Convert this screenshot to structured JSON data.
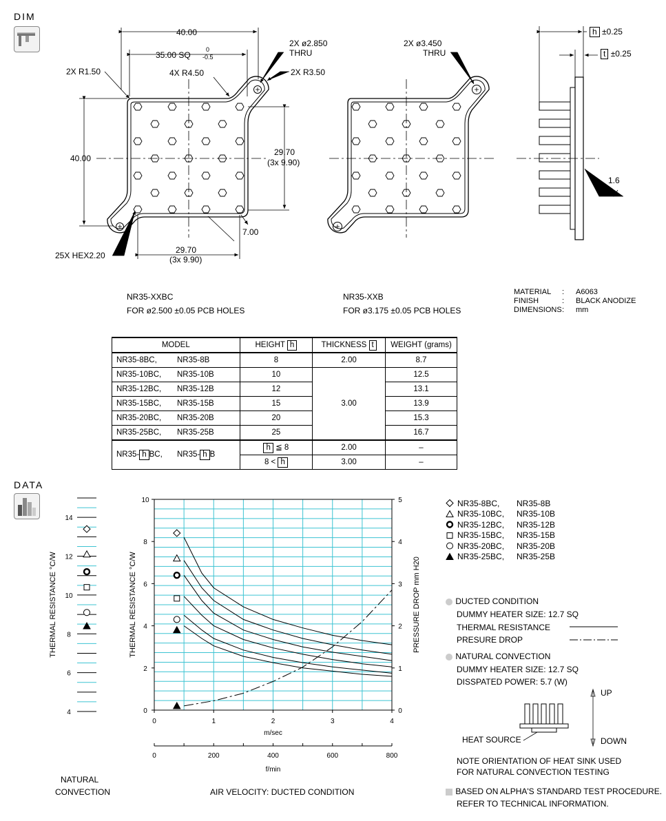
{
  "sections": {
    "dim": "DIM",
    "data": "DATA"
  },
  "icons": {
    "dim": "caliper-icon",
    "data": "bar-chart-icon"
  },
  "colors": {
    "grid": "#3cc3d2",
    "line": "#000000",
    "icon_bg": "#f2f2f2"
  },
  "dimensions": {
    "outer_width": "40.00",
    "sq": "35.00 SQ",
    "sq_tol_upper": "0",
    "sq_tol_lower": "-0.5",
    "r150": "2X R1.50",
    "r450": "4X R4.50",
    "hole1": "2X ø2.850",
    "hole1_thru": "THRU",
    "r350": "2X R3.50",
    "outer_height": "40.00",
    "pitch_v": "29.70",
    "pitch_v_note": "(3x 9.90)",
    "pitch_h": "29.70",
    "pitch_h_note": "(3x 9.90)",
    "hex": "25X HEX2.20",
    "seven": "7.00",
    "hole2": "2X ø3.450",
    "hole2_thru": "THRU",
    "h_tol": "±0.25",
    "t_tol": "±0.25",
    "h_sym": "h",
    "t_sym": "t",
    "fin_gap": "1.6"
  },
  "variants": [
    {
      "name": "NR35-XXBC",
      "desc": "FOR ø2.500 ±0.05 PCB HOLES"
    },
    {
      "name": "NR35-XXB",
      "desc": "FOR ø3.175 ±0.05 PCB HOLES"
    }
  ],
  "spec": {
    "material_label": "MATERIAL",
    "material_value": "A6063",
    "finish_label": "FINISH",
    "finish_value": "BLACK ANODIZE",
    "dimensions_label": "DIMENSIONS",
    "dimensions_value": "mm",
    "colon": ":"
  },
  "table": {
    "headers": {
      "model": "MODEL",
      "height": "HEIGHT",
      "thickness": "THICKNESS",
      "weight": "WEIGHT  (grams)"
    },
    "rows": [
      {
        "m1": "NR35-8BC,",
        "m2": "NR35-8B",
        "h": "8",
        "t": "2.00",
        "w": "8.7"
      },
      {
        "m1": "NR35-10BC,",
        "m2": "NR35-10B",
        "h": "10",
        "t": "3.00",
        "w": "12.5"
      },
      {
        "m1": "NR35-12BC,",
        "m2": "NR35-12B",
        "h": "12",
        "w": "13.1"
      },
      {
        "m1": "NR35-15BC,",
        "m2": "NR35-15B",
        "h": "15",
        "w": "13.9"
      },
      {
        "m1": "NR35-20BC,",
        "m2": "NR35-20B",
        "h": "20",
        "w": "15.3"
      },
      {
        "m1": "NR35-25BC,",
        "m2": "NR35-25B",
        "h": "25",
        "w": "16.7"
      }
    ],
    "custom": {
      "m1_pre": "NR35-",
      "m1_post": "BC,",
      "m2_pre": "NR35-",
      "m2_post": "B",
      "cond1": "≦ 8",
      "cond2_pre": "8 <",
      "t1": "2.00",
      "t2": "3.00",
      "w1": "–",
      "w2": "–"
    }
  },
  "chart_data": [
    {
      "type": "scatter",
      "title": "NATURAL CONVECTION",
      "ylabel": "THERMAL RESISTANCE  °C/W",
      "ylim": [
        4,
        15
      ],
      "yticks": [
        "14",
        "12",
        "10",
        "8",
        "6",
        "4"
      ],
      "series": [
        {
          "name": "NR35-8BC,  NR35-8B",
          "marker": "diamond",
          "y": 13.4
        },
        {
          "name": "NR35-10BC,  NR35-10B",
          "marker": "triangle-open",
          "y": 12.1
        },
        {
          "name": "NR35-12BC,  NR35-12B",
          "marker": "ring-bold",
          "y": 11.2
        },
        {
          "name": "NR35-15BC,  NR35-15B",
          "marker": "square-open",
          "y": 10.4
        },
        {
          "name": "NR35-20BC,  NR35-20B",
          "marker": "circle-open",
          "y": 9.1
        },
        {
          "name": "NR35-25BC,  NR35-25B",
          "marker": "triangle-filled",
          "y": 8.4
        }
      ]
    },
    {
      "type": "line",
      "title": "AIR VELOCITY:  DUCTED CONDITION",
      "xlabel": "m/sec",
      "x2label": "f/min",
      "ylabel": "THERMAL  RESISTANCE  °C/W",
      "y2label": "PRESSURE  DROP   mm H20",
      "xlim": [
        0,
        4
      ],
      "ylim": [
        0,
        10
      ],
      "y2lim": [
        0,
        5
      ],
      "xticks": [
        "0",
        "1",
        "2",
        "3",
        "4"
      ],
      "x2ticks": [
        "0",
        "200",
        "400",
        "600",
        "800"
      ],
      "yticks": [
        "0",
        "2",
        "4",
        "6",
        "8",
        "10"
      ],
      "y2ticks": [
        "0",
        "1",
        "2",
        "3",
        "4",
        "5"
      ],
      "grid": true,
      "series": [
        {
          "name": "NR35-8BC,  NR35-8B",
          "marker": "diamond",
          "x": [
            0.5,
            0.8,
            1.0,
            1.5,
            2.0,
            2.5,
            3.0,
            3.5,
            4.0
          ],
          "y": [
            8.2,
            6.5,
            5.8,
            4.9,
            4.3,
            3.9,
            3.55,
            3.3,
            3.1
          ]
        },
        {
          "name": "NR35-10BC,  NR35-10B",
          "marker": "triangle-open",
          "x": [
            0.5,
            0.8,
            1.0,
            1.5,
            2.0,
            2.5,
            3.0,
            3.5,
            4.0
          ],
          "y": [
            7.1,
            5.8,
            5.2,
            4.3,
            3.8,
            3.4,
            3.1,
            2.85,
            2.65
          ]
        },
        {
          "name": "NR35-12BC,  NR35-12B",
          "marker": "ring-bold",
          "x": [
            0.5,
            0.8,
            1.0,
            1.5,
            2.0,
            2.5,
            3.0,
            3.5,
            4.0
          ],
          "y": [
            6.4,
            5.2,
            4.6,
            3.8,
            3.35,
            3.0,
            2.75,
            2.55,
            2.35
          ]
        },
        {
          "name": "NR35-15BC,  NR35-15B",
          "marker": "square-open",
          "x": [
            0.5,
            0.8,
            1.0,
            1.5,
            2.0,
            2.5,
            3.0,
            3.5,
            4.0
          ],
          "y": [
            5.4,
            4.5,
            4.0,
            3.35,
            2.95,
            2.65,
            2.4,
            2.2,
            2.05
          ]
        },
        {
          "name": "NR35-20BC,  NR35-20B",
          "marker": "circle-open",
          "x": [
            0.5,
            0.8,
            1.0,
            1.5,
            2.0,
            2.5,
            3.0,
            3.5,
            4.0
          ],
          "y": [
            4.5,
            3.8,
            3.4,
            2.85,
            2.5,
            2.25,
            2.05,
            1.9,
            1.75
          ]
        },
        {
          "name": "NR35-25BC,  NR35-25B",
          "marker": "triangle-filled",
          "x": [
            0.5,
            0.8,
            1.0,
            1.5,
            2.0,
            2.5,
            3.0,
            3.5,
            4.0
          ],
          "y": [
            4.0,
            3.4,
            3.05,
            2.55,
            2.25,
            2.0,
            1.85,
            1.7,
            1.6
          ]
        },
        {
          "name": "PRESURE DROP",
          "style": "dash-dot",
          "axis": "y2",
          "x": [
            0.5,
            1.0,
            1.5,
            2.0,
            2.5,
            3.0,
            3.5,
            4.0
          ],
          "y": [
            0.1,
            0.22,
            0.4,
            0.68,
            1.02,
            1.5,
            2.1,
            2.85
          ]
        }
      ],
      "left_markers": [
        {
          "marker": "diamond",
          "y": 8.4
        },
        {
          "marker": "triangle-open",
          "y": 7.2
        },
        {
          "marker": "ring-bold",
          "y": 6.4
        },
        {
          "marker": "square-open",
          "y": 5.3
        },
        {
          "marker": "circle-open",
          "y": 4.3
        },
        {
          "marker": "triangle-filled",
          "y": 3.8
        },
        {
          "marker": "triangle-filled",
          "y": 0.2
        }
      ]
    }
  ],
  "legend": [
    {
      "marker": "diamond",
      "a": "NR35-8BC,",
      "b": "NR35-8B"
    },
    {
      "marker": "triangle-open",
      "a": "NR35-10BC,",
      "b": "NR35-10B"
    },
    {
      "marker": "ring-bold",
      "a": "NR35-12BC,",
      "b": "NR35-12B"
    },
    {
      "marker": "square-open",
      "a": "NR35-15BC,",
      "b": "NR35-15B"
    },
    {
      "marker": "circle-open",
      "a": "NR35-20BC,",
      "b": "NR35-20B"
    },
    {
      "marker": "triangle-filled",
      "a": "NR35-25BC,",
      "b": "NR35-25B"
    }
  ],
  "conditions": {
    "ducted": "DUCTED CONDITION",
    "ducted_heater": "DUMMY HEATER SIZE: 12.7 SQ",
    "thermal": "THERMAL RESISTANCE",
    "pressure": "PRESURE DROP",
    "natural": "NATURAL CONVECTION",
    "natural_heater": "DUMMY HEATER SIZE: 12.7 SQ",
    "power": "DISSPATED POWER: 5.7 (W)",
    "up": "UP",
    "down": "DOWN",
    "heat_source": "HEAT SOURCE",
    "note1": "NOTE ORIENTATION OF HEAT SINK USED",
    "note2": "FOR NATURAL CONVECTION TESTING",
    "footer1": "BASED ON ALPHA'S STANDARD TEST PROCEDURE.",
    "footer2": "REFER TO TECHNICAL INFORMATION."
  },
  "natural_label1": "NATURAL",
  "natural_label2": "CONVECTION",
  "ducted_label": "AIR VELOCITY:  DUCTED CONDITION"
}
